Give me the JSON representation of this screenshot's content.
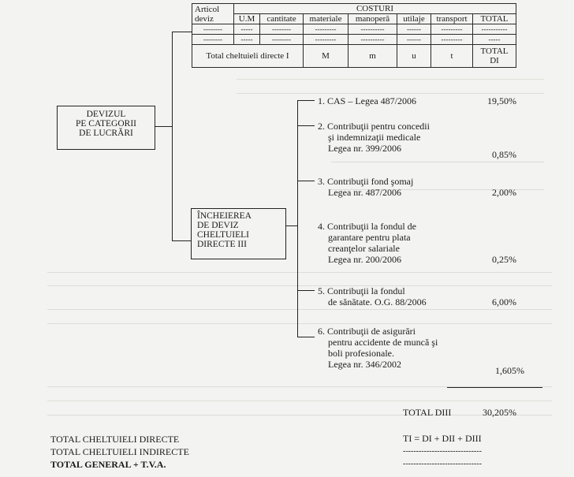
{
  "table": {
    "header_col1_line1": "Articol",
    "header_col1_line2": "deviz",
    "costs_title": "COSTURI",
    "columns": [
      "U.M",
      "cantitate",
      "materiale",
      "manoperă",
      "utilaje",
      "transport",
      "TOTAL"
    ],
    "dash_row1": [
      "--------",
      "-----",
      "--------",
      "---------",
      "----------",
      "------",
      "---------",
      "-----------"
    ],
    "dash_row2": [
      "--------",
      "-----",
      "--------",
      "---------",
      "----------",
      "------",
      "---------",
      "-----"
    ],
    "total_label": "Total cheltuieli directe I",
    "total_values": [
      "M",
      "m",
      "u",
      "t"
    ],
    "total_di_line1": "TOTAL",
    "total_di_line2": "DI"
  },
  "boxes": {
    "deviz_line1": "DEVIZUL",
    "deviz_line2": "PE CATEGORII",
    "deviz_line3": "DE LUCRĂRI",
    "incheiere_line1": "ÎNCHEIEREA",
    "incheiere_line2": "DE DEVIZ",
    "incheiere_line3": "CHELTUIELI",
    "incheiere_line4": "DIRECTE III"
  },
  "items": [
    {
      "lines": [
        "1. CAS – Legea 487/2006"
      ],
      "pct": "19,50%"
    },
    {
      "lines": [
        "2. Contribuţii pentru concedii",
        "şi indemnizaţii medicale",
        "Legea nr. 399/2006"
      ],
      "pct": "0,85%"
    },
    {
      "lines": [
        "3. Contribuţii fond şomaj",
        "Legea nr. 487/2006"
      ],
      "pct": "2,00%"
    },
    {
      "lines": [
        "4. Contribuţii la fondul de",
        "garantare pentru plata",
        "creanţelor salariale",
        "Legea nr. 200/2006"
      ],
      "pct": "0,25%"
    },
    {
      "lines": [
        "5. Contribuţii la fondul",
        "de sănătate. O.G. 88/2006"
      ],
      "pct": "6,00%"
    },
    {
      "lines": [
        "6. Contribuţii de asigurări",
        "pentru accidente de muncă şi",
        "boli profesionale.",
        "Legea nr. 346/2002"
      ],
      "pct": "1,605%"
    }
  ],
  "total_diii_label": "TOTAL DIII",
  "total_diii_value": "30,205%",
  "bottom": {
    "line1": "TOTAL CHELTUIELI DIRECTE",
    "line2": "TOTAL CHELTUIELI INDIRECTE",
    "line3": "TOTAL GENERAL + T.V.A.",
    "formula": "TI = DI + DII + DIII",
    "dashes1": "------------------------------",
    "dashes2": "------------------------------"
  }
}
